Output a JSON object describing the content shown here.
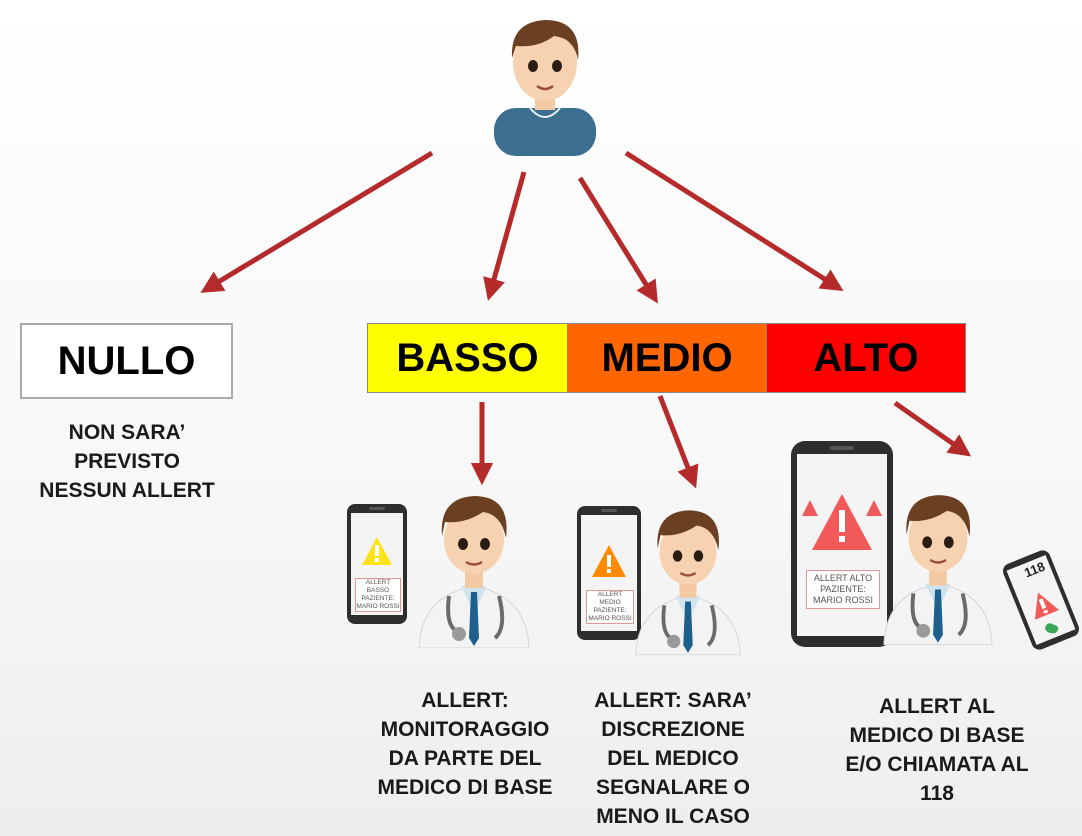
{
  "levels": {
    "nullo": "NULLO",
    "basso": "BASSO",
    "medio": "MEDIO",
    "alto": "ALTO"
  },
  "colors": {
    "arrow": "#b52a2a",
    "basso": "#ffff00",
    "medio": "#ff6600",
    "alto": "#ff0000",
    "patient_shirt": "#3b6e8f"
  },
  "captions": {
    "nullo": [
      "NON SARA’",
      "PREVISTO",
      "NESSUN ALLERT"
    ],
    "basso": [
      "ALLERT:",
      "MONITORAGGIO",
      "DA PARTE DEL",
      "MEDICO DI BASE"
    ],
    "medio": [
      "ALLERT: SARA’",
      "DISCREZIONE",
      "DEL MEDICO",
      "SEGNALARE O",
      "MENO IL CASO"
    ],
    "alto": [
      "ALLERT AL",
      "MEDICO DI BASE",
      "E/O CHIAMATA AL",
      "118"
    ]
  },
  "phones": {
    "basso": [
      "ALLERT BASSO",
      "PAZIENTE:",
      "MARIO ROSSI"
    ],
    "medio": [
      "ALLERT MEDIO",
      "PAZIENTE:",
      "MARIO ROSSI"
    ],
    "alto": [
      "ALLERT ALTO",
      "PAZIENTE:",
      "MARIO ROSSI"
    ],
    "emergency_number": "118"
  },
  "icons": [
    "patient-icon",
    "doctor-icon",
    "smartphone-icon",
    "warning-icon",
    "phone-call-icon"
  ]
}
